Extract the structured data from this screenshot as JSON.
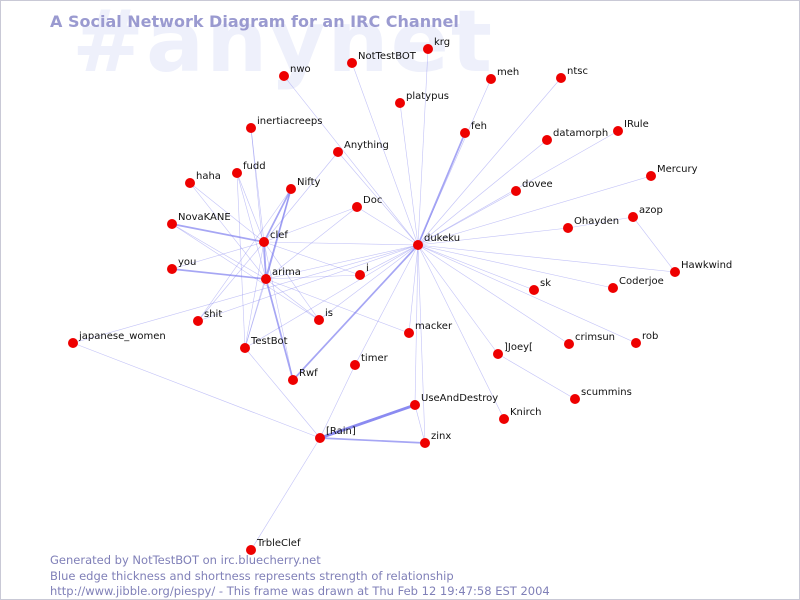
{
  "header": {
    "watermark": "#anynet",
    "title": "A Social Network Diagram for an IRC Channel"
  },
  "footer": {
    "line1": "Generated by NotTestBOT on irc.bluecherry.net",
    "line2": "Blue edge thickness and shortness represents strength of relationship",
    "line3": "http://www.jibble.org/piespy/ - This frame was drawn at Thu Feb 12 19:47:58 EST 2004"
  },
  "colors": {
    "node": "#ee0000",
    "edge": "#7777ee",
    "title": "#9a9ad0",
    "watermark": "#eef0fb",
    "footer": "#8080b8"
  },
  "graph": {
    "nodes": [
      {
        "id": "krg",
        "label": "krg"
      },
      {
        "id": "NotTestBOT",
        "label": "NotTestBOT"
      },
      {
        "id": "nwo",
        "label": "nwo"
      },
      {
        "id": "meh",
        "label": "meh"
      },
      {
        "id": "ntsc",
        "label": "ntsc"
      },
      {
        "id": "platypus",
        "label": "platypus"
      },
      {
        "id": "inertiacreeps",
        "label": "inertiacreeps"
      },
      {
        "id": "feh",
        "label": "feh"
      },
      {
        "id": "datamorph",
        "label": "datamorph"
      },
      {
        "id": "IRule",
        "label": "IRule"
      },
      {
        "id": "Anything",
        "label": "Anything"
      },
      {
        "id": "fudd",
        "label": "fudd"
      },
      {
        "id": "haha",
        "label": "haha"
      },
      {
        "id": "Nifty",
        "label": "Nifty"
      },
      {
        "id": "Mercury",
        "label": "Mercury"
      },
      {
        "id": "dovee",
        "label": "dovee"
      },
      {
        "id": "Doc",
        "label": "Doc"
      },
      {
        "id": "NovaKANE",
        "label": "NovaKANE"
      },
      {
        "id": "azop",
        "label": "azop"
      },
      {
        "id": "Ohayden",
        "label": "Ohayden"
      },
      {
        "id": "clef",
        "label": "clef"
      },
      {
        "id": "dukeku",
        "label": "dukeku"
      },
      {
        "id": "you",
        "label": "you"
      },
      {
        "id": "i",
        "label": "i"
      },
      {
        "id": "arima",
        "label": "arima"
      },
      {
        "id": "Hawkwind",
        "label": "Hawkwind"
      },
      {
        "id": "Coderjoe",
        "label": "Coderjoe"
      },
      {
        "id": "sk",
        "label": "sk"
      },
      {
        "id": "shit",
        "label": "shit"
      },
      {
        "id": "is",
        "label": "is"
      },
      {
        "id": "macker",
        "label": "macker"
      },
      {
        "id": "japanese_women",
        "label": "japanese_women"
      },
      {
        "id": "TestBot",
        "label": "TestBot"
      },
      {
        "id": "crimsun",
        "label": "crimsun"
      },
      {
        "id": "rob",
        "label": "rob"
      },
      {
        "id": "Joey",
        "label": "]Joey["
      },
      {
        "id": "timer",
        "label": "timer"
      },
      {
        "id": "Rwf",
        "label": "Rwf"
      },
      {
        "id": "scummins",
        "label": "scummins"
      },
      {
        "id": "UseAndDestroy",
        "label": "UseAndDestroy"
      },
      {
        "id": "Knirch",
        "label": "Knirch"
      },
      {
        "id": "Rain",
        "label": "[Rain]"
      },
      {
        "id": "zinx",
        "label": "zinx"
      },
      {
        "id": "TrbleClef",
        "label": "TrbleClef"
      }
    ],
    "edges": [
      {
        "source": "dukeku",
        "target": "krg",
        "strength": 1
      },
      {
        "source": "dukeku",
        "target": "NotTestBOT",
        "strength": 1
      },
      {
        "source": "dukeku",
        "target": "meh",
        "strength": 1
      },
      {
        "source": "dukeku",
        "target": "ntsc",
        "strength": 1
      },
      {
        "source": "dukeku",
        "target": "platypus",
        "strength": 1
      },
      {
        "source": "dukeku",
        "target": "feh",
        "strength": 2
      },
      {
        "source": "dukeku",
        "target": "datamorph",
        "strength": 1
      },
      {
        "source": "dukeku",
        "target": "IRule",
        "strength": 1
      },
      {
        "source": "dukeku",
        "target": "Anything",
        "strength": 1
      },
      {
        "source": "dukeku",
        "target": "Mercury",
        "strength": 1
      },
      {
        "source": "dukeku",
        "target": "dovee",
        "strength": 1
      },
      {
        "source": "dukeku",
        "target": "Doc",
        "strength": 1
      },
      {
        "source": "dukeku",
        "target": "Ohayden",
        "strength": 1
      },
      {
        "source": "dukeku",
        "target": "clef",
        "strength": 1
      },
      {
        "source": "dukeku",
        "target": "i",
        "strength": 1
      },
      {
        "source": "dukeku",
        "target": "arima",
        "strength": 1
      },
      {
        "source": "dukeku",
        "target": "Hawkwind",
        "strength": 1
      },
      {
        "source": "dukeku",
        "target": "Coderjoe",
        "strength": 1
      },
      {
        "source": "dukeku",
        "target": "sk",
        "strength": 1
      },
      {
        "source": "dukeku",
        "target": "is",
        "strength": 1
      },
      {
        "source": "dukeku",
        "target": "macker",
        "strength": 1
      },
      {
        "source": "dukeku",
        "target": "japanese_women",
        "strength": 1
      },
      {
        "source": "dukeku",
        "target": "crimsun",
        "strength": 1
      },
      {
        "source": "dukeku",
        "target": "rob",
        "strength": 1
      },
      {
        "source": "dukeku",
        "target": "Joey",
        "strength": 1
      },
      {
        "source": "dukeku",
        "target": "timer",
        "strength": 1
      },
      {
        "source": "dukeku",
        "target": "Rwf",
        "strength": 2
      },
      {
        "source": "dukeku",
        "target": "UseAndDestroy",
        "strength": 1
      },
      {
        "source": "dukeku",
        "target": "Knirch",
        "strength": 1
      },
      {
        "source": "dukeku",
        "target": "zinx",
        "strength": 1
      },
      {
        "source": "dukeku",
        "target": "TestBot",
        "strength": 1
      },
      {
        "source": "dukeku",
        "target": "shit",
        "strength": 1
      },
      {
        "source": "dukeku",
        "target": "nwo",
        "strength": 1
      },
      {
        "source": "azop",
        "target": "Ohayden",
        "strength": 1
      },
      {
        "source": "azop",
        "target": "Hawkwind",
        "strength": 1
      },
      {
        "source": "Joey",
        "target": "scummins",
        "strength": 1
      },
      {
        "source": "clef",
        "target": "haha",
        "strength": 1
      },
      {
        "source": "clef",
        "target": "NovaKANE",
        "strength": 2
      },
      {
        "source": "clef",
        "target": "you",
        "strength": 1
      },
      {
        "source": "clef",
        "target": "arima",
        "strength": 2
      },
      {
        "source": "clef",
        "target": "Nifty",
        "strength": 2
      },
      {
        "source": "clef",
        "target": "fudd",
        "strength": 1
      },
      {
        "source": "clef",
        "target": "Doc",
        "strength": 1
      },
      {
        "source": "clef",
        "target": "Anything",
        "strength": 1
      },
      {
        "source": "clef",
        "target": "shit",
        "strength": 1
      },
      {
        "source": "clef",
        "target": "is",
        "strength": 1
      },
      {
        "source": "clef",
        "target": "i",
        "strength": 1
      },
      {
        "source": "clef",
        "target": "TestBot",
        "strength": 1
      },
      {
        "source": "clef",
        "target": "inertiacreeps",
        "strength": 1
      },
      {
        "source": "clef",
        "target": "Rwf",
        "strength": 1
      },
      {
        "source": "arima",
        "target": "haha",
        "strength": 1
      },
      {
        "source": "arima",
        "target": "NovaKANE",
        "strength": 1
      },
      {
        "source": "arima",
        "target": "you",
        "strength": 2
      },
      {
        "source": "arima",
        "target": "Nifty",
        "strength": 2
      },
      {
        "source": "arima",
        "target": "fudd",
        "strength": 1
      },
      {
        "source": "arima",
        "target": "Doc",
        "strength": 1
      },
      {
        "source": "arima",
        "target": "i",
        "strength": 1
      },
      {
        "source": "arima",
        "target": "is",
        "strength": 1
      },
      {
        "source": "arima",
        "target": "TestBot",
        "strength": 1
      },
      {
        "source": "arima",
        "target": "Rwf",
        "strength": 2
      },
      {
        "source": "arima",
        "target": "macker",
        "strength": 1
      },
      {
        "source": "arima",
        "target": "inertiacreeps",
        "strength": 1
      },
      {
        "source": "Nifty",
        "target": "shit",
        "strength": 1
      },
      {
        "source": "Nifty",
        "target": "TestBot",
        "strength": 1
      },
      {
        "source": "NovaKANE",
        "target": "is",
        "strength": 1
      },
      {
        "source": "fudd",
        "target": "TestBot",
        "strength": 1
      },
      {
        "source": "TestBot",
        "target": "Rain",
        "strength": 1
      },
      {
        "source": "Rain",
        "target": "UseAndDestroy",
        "strength": 3
      },
      {
        "source": "Rain",
        "target": "zinx",
        "strength": 2
      },
      {
        "source": "UseAndDestroy",
        "target": "zinx",
        "strength": 1
      },
      {
        "source": "Rain",
        "target": "TrbleClef",
        "strength": 1
      },
      {
        "source": "Rain",
        "target": "timer",
        "strength": 1
      },
      {
        "source": "Rain",
        "target": "japanese_women",
        "strength": 1
      }
    ]
  }
}
